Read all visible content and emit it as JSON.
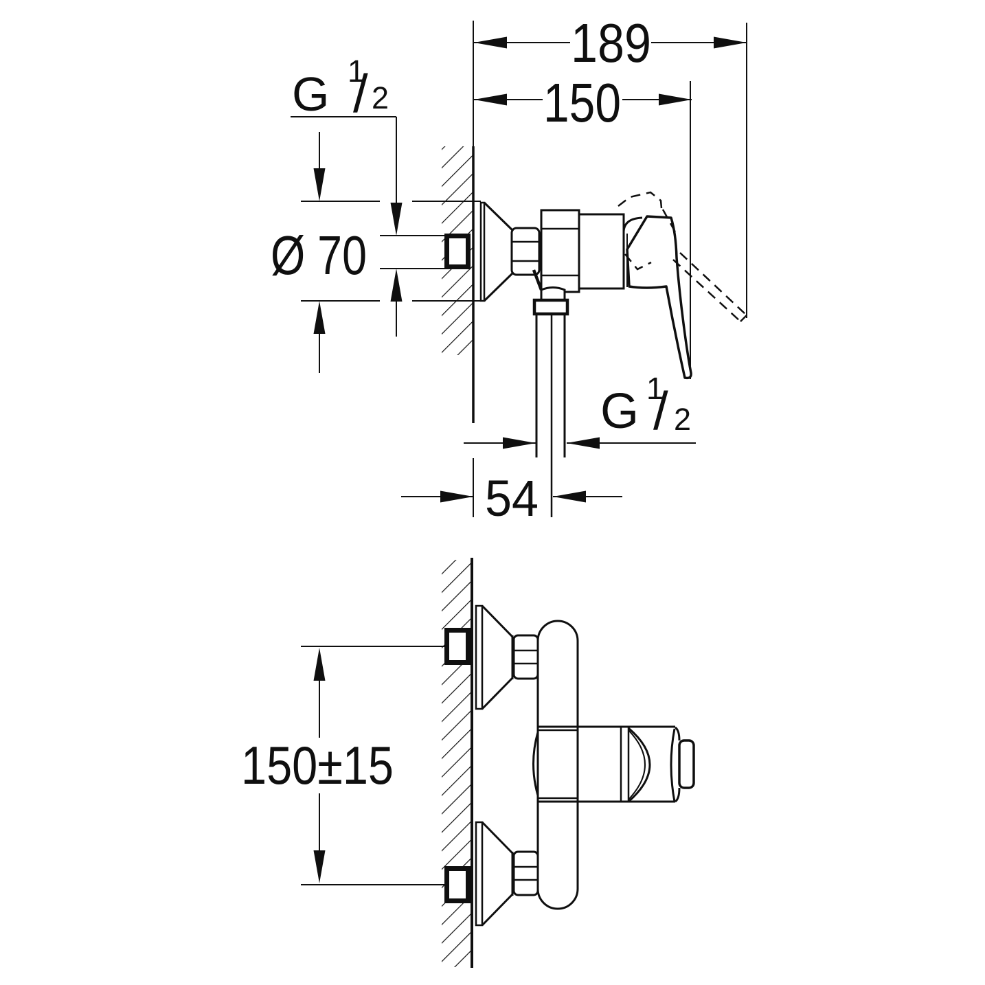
{
  "drawing": {
    "background": "#ffffff",
    "line_color": "#0f0f0f",
    "views": {
      "side": {
        "dims": {
          "total_depth": "189",
          "handle_depth": "150",
          "escutcheon_diameter": "Ø 70",
          "wall_to_hose_axis": "54"
        },
        "threads": {
          "inlet": {
            "prefix": "G",
            "numerator": "1",
            "slash": "/",
            "denominator": "2"
          },
          "outlet": {
            "prefix": "G",
            "numerator": "1",
            "slash": "/",
            "denominator": "2"
          }
        }
      },
      "front": {
        "dims": {
          "connection_spacing": "150±15"
        }
      }
    }
  }
}
